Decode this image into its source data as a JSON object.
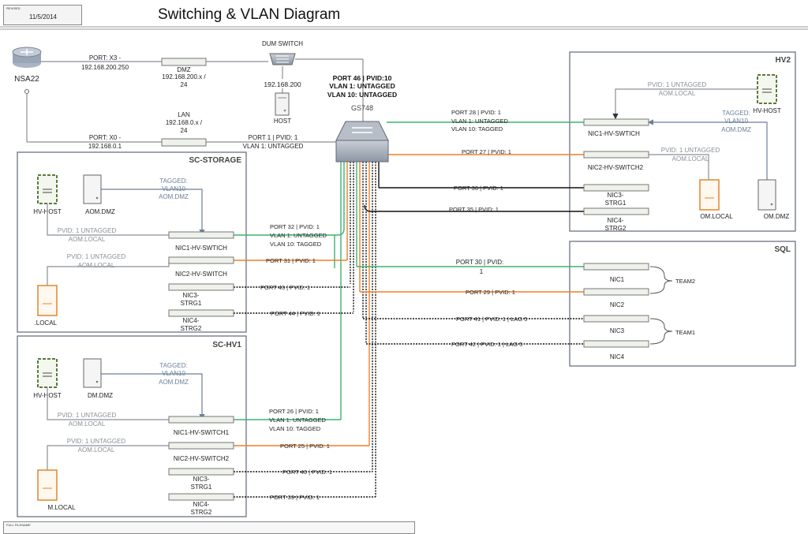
{
  "header": {
    "revised_label": "REVISED",
    "revised_date": "11/5/2014",
    "title": "Switching & VLAN Diagram"
  },
  "footer": {
    "filename_label": "FULL FILENAME"
  },
  "colors": {
    "green": "#3cb371",
    "orange": "#f07f2a",
    "black": "#111111",
    "gray": "#8a8f96",
    "bluegray": "#6b7f99",
    "box": "#6b7383"
  },
  "top": {
    "router": "NSA22",
    "router_port_x3": "PORT: X3 -",
    "router_ip_x3": "192.168.200.250",
    "dmz": [
      "DMZ",
      "192.168.200.x /",
      "24"
    ],
    "router_port_x0": "PORT: X0  -",
    "router_ip_x0": "192.168.0.1",
    "lan": [
      "LAN",
      "192.168.0.x /",
      "24"
    ],
    "dum_switch": "DUM SWITCH",
    "dum_ip": "192.168.200",
    "host": "HOST",
    "port46": [
      "PORT 46 | PVID:10",
      "VLAN 1: UNTAGGED",
      "VLAN 10: UNTAGGED"
    ],
    "gs_label": "GS748",
    "port1": [
      "PORT 1 | PVID: 1",
      "VLAN 1: UNTAGGED"
    ]
  },
  "sc_storage": {
    "title": "SC-STORAGE",
    "hv_host": "HV-HOST",
    "aom_dmz": "AOM.DMZ",
    "tagged": [
      "TAGGED:",
      "VLAN10",
      "AOM.DMZ"
    ],
    "pvid_a": [
      "PVID: 1 UNTAGGED",
      "AOM.LOCAL"
    ],
    "pvid_b": [
      "PVID: 1 UNTAGGED",
      "AOM.LOCAL"
    ],
    "local": ".LOCAL",
    "nic1": "NIC1-HV-SWTICH",
    "nic2": "NIC2-HV-SWITCH",
    "nic3": [
      "NIC3-",
      "STRG1"
    ],
    "nic4": [
      "NIC4-",
      "STRG2"
    ],
    "port32": [
      "PORT 32 | PVID: 1",
      "VLAN 1: UNTAGGED",
      "VLAN 10: TAGGED"
    ],
    "port31": "PORT 31 | PVID: 1",
    "port43": "PORT 43 | PVID: 1",
    "port44": "PORT 44 | PVID: 1"
  },
  "sc_hv1": {
    "title": "SC-HV1",
    "hv_host": "HV-HOST",
    "dm_dmz": "DM.DMZ",
    "tagged": [
      "TAGGED:",
      "VLAN10",
      "AOM.DMZ"
    ],
    "pvid_a": [
      "PVID: 1 UNTAGGED",
      "AOM.LOCAL"
    ],
    "pvid_b": [
      "PVID: 1 UNTAGGED",
      "AOM.LOCAL"
    ],
    "local": "M.LOCAL",
    "nic1": "NIC1-HV-SWITCH1",
    "nic2": "NIC2-HV-SWITCH2",
    "nic3": [
      "NIC3-",
      "STRG1"
    ],
    "nic4": [
      "NIC4-",
      "STRG2"
    ],
    "port26": [
      "PORT 26 | PVID: 1",
      "VLAN 1: UNTAGGED",
      "VLAN 10: TAGGED"
    ],
    "port25": "PORT 25 | PVID: 1",
    "port40": "PORT 40 | PVID: 1",
    "port39": "PORT 39 | PVID: 1"
  },
  "hv2": {
    "title": "HV2",
    "hv_host": "HV-HOST",
    "pvid_a": [
      "PVID: 1 UNTAGGED",
      "AOM.LOCAL"
    ],
    "tagged": [
      "TAGGED:",
      "VLAN10",
      "AOM.DMZ"
    ],
    "pvid_b": [
      "PVID: 1 UNTAGGED",
      "AOM.LOCAL"
    ],
    "aom_local": "OM.LOCAL",
    "om_dmz": "OM.DMZ",
    "nic1": "NIC1-HV-SWTICH",
    "nic2": "NIC2-HV-SWITCH2",
    "nic3": [
      "NIC3-",
      "STRG1"
    ],
    "nic4": [
      "NIC4-",
      "STRG2"
    ],
    "port28": [
      "PORT 28 | PVID: 1",
      "VLAN 1: UNTAGGED",
      "VLAN 10: TAGGED"
    ],
    "port27": "PORT 27 | PVID: 1",
    "port36": "PORT 36 | PVID: 1",
    "port35": "PORT 35 | PVID: 1"
  },
  "sql": {
    "title": "SQL",
    "nic1": "NIC1",
    "nic2": "NIC2",
    "nic3": "NIC3",
    "nic4": "NIC4",
    "team2": "TEAM2",
    "team1": "TEAM1",
    "port30": [
      "PORT 30 | PVID:",
      "1"
    ],
    "port29": "PORT 29 | PVID: 1",
    "port41": "PORT 41 | PVID: 1 | LAG 5",
    "port42": "PORT 42 | PVID: 1 | LAG 5"
  }
}
